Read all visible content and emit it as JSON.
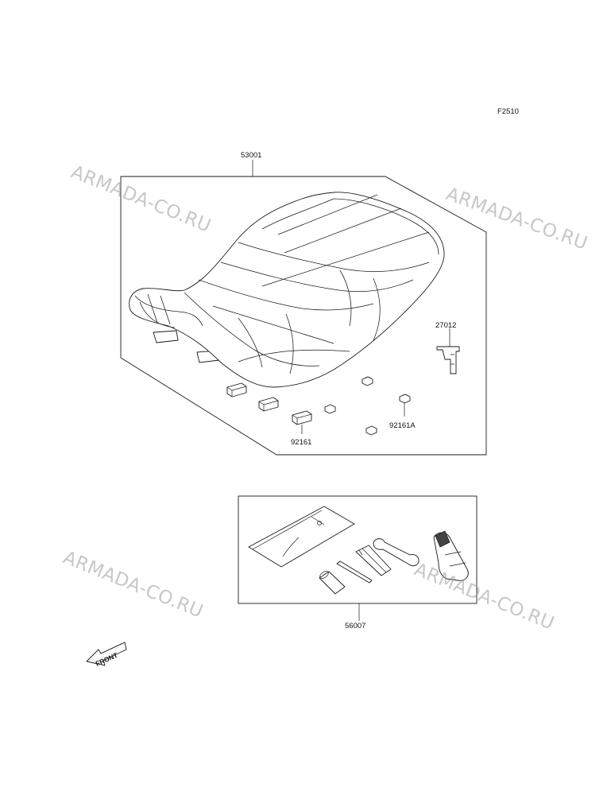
{
  "figure_code": "F2510",
  "parts": {
    "seat_assembly": "53001",
    "seat_hook": "27012",
    "stopper": "92161",
    "stopper_a": "92161A",
    "tool_kit": "56007"
  },
  "watermark_text": "ARMADA-CO.RU",
  "front_arrow_text": "FRONT"
}
